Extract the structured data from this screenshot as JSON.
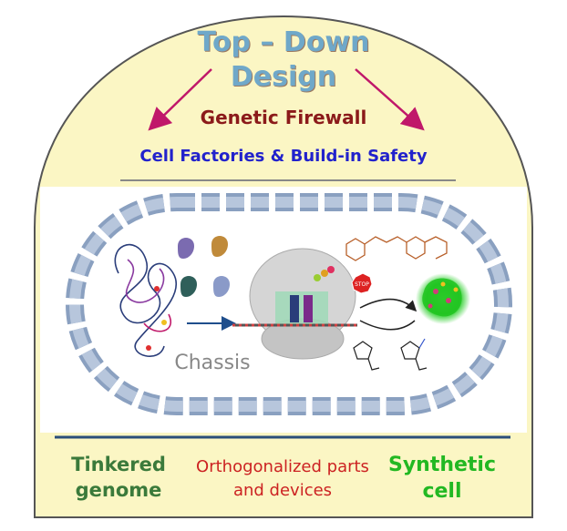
{
  "title": {
    "line1": "Top – Down",
    "line2": "Design"
  },
  "genetic_firewall": "Genetic Firewall",
  "cell_factories": "Cell Factories & Build-in Safety",
  "chassis_label": "Chassis",
  "stop_sign": "STOP",
  "bottom_labels": {
    "left": "Tinkered genome",
    "middle": "Orthogonalized parts and devices",
    "right": "Synthetic cell"
  },
  "colors": {
    "arch_fill": "#fbf6c4",
    "title": "#6fa8c9",
    "firewall": "#8b1a1a",
    "factories": "#2222cc",
    "tinkered": "#3b7a3b",
    "ortho": "#cc2222",
    "synthetic": "#22b822",
    "arrow": "#c0186a"
  }
}
